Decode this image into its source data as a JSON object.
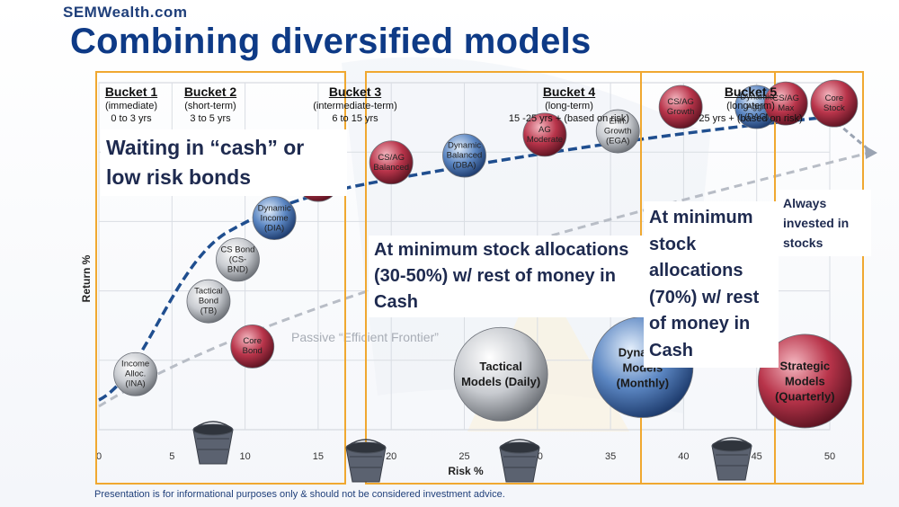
{
  "header": {
    "brand": "SEMWealth.com",
    "title": "Combining diversified models"
  },
  "footer": {
    "disclaimer": "Presentation is for informational purposes only & should not be considered investment advice."
  },
  "colors": {
    "title_blue": "#0e3a86",
    "bucket_border": "#f0a830",
    "frontier_dark": "#1f4e8f",
    "frontier_gray": "#b8bdc6",
    "bubble_red": "#b8344a",
    "bubble_gray": "#c8cbd0",
    "bubble_blue": "#5b86c2"
  },
  "buckets": [
    {
      "name": "Bucket 1",
      "term": "(immediate)",
      "range": "0 to 3 yrs"
    },
    {
      "name": "Bucket 2",
      "term": "(short-term)",
      "range": "3 to 5 yrs"
    },
    {
      "name": "Bucket 3",
      "term": "(intermediate-term)",
      "range": "6 to 15 yrs"
    },
    {
      "name": "Bucket 4",
      "term": "(long-term)",
      "range": "15 -25 yrs + (based on risk)"
    },
    {
      "name": "Bucket 5",
      "term": "(long-term)",
      "range": "25 yrs + (based on risk)"
    }
  ],
  "callouts": [
    {
      "text": "Waiting in “cash” or low risk bonds"
    },
    {
      "text": "At minimum stock allocations (30-50%) w/ rest of money in Cash"
    },
    {
      "text": "At minimum stock allocations (70%) w/ rest of money in Cash"
    },
    {
      "text": "Always invested in stocks"
    }
  ],
  "chart_data": {
    "type": "scatter",
    "xlabel": "Risk %",
    "ylabel": "Return %",
    "xlim": [
      0,
      50
    ],
    "x_ticks": [
      0,
      5,
      10,
      15,
      20,
      25,
      30,
      35,
      40,
      45,
      50
    ],
    "ylim": [
      0,
      10
    ],
    "grid": true,
    "annotation": "Passive “Efficient Frontier”",
    "points": [
      {
        "label": "Income Alloc. (INA)",
        "x": 2.5,
        "y": 1.6,
        "color": "gray",
        "size": "small"
      },
      {
        "label": "Tactical Bond (TB)",
        "x": 7.5,
        "y": 3.7,
        "color": "gray",
        "size": "small"
      },
      {
        "label": "Core Bond",
        "x": 10.5,
        "y": 2.4,
        "color": "red",
        "size": "small"
      },
      {
        "label": "CS Bond (CS-BND)",
        "x": 9.5,
        "y": 4.9,
        "color": "gray",
        "size": "small"
      },
      {
        "label": "Dynamic Income (DIA)",
        "x": 12,
        "y": 6.1,
        "color": "blue",
        "size": "small"
      },
      {
        "label": "CS Income (CS-INC)",
        "x": 15,
        "y": 7.2,
        "color": "red",
        "size": "small"
      },
      {
        "label": "CS/AG Balanced",
        "x": 20,
        "y": 7.7,
        "color": "red",
        "size": "small"
      },
      {
        "label": "Dynamic Balanced (DBA)",
        "x": 25,
        "y": 7.9,
        "color": "blue",
        "size": "small"
      },
      {
        "label": "AG Moderate",
        "x": 30.5,
        "y": 8.5,
        "color": "red",
        "size": "small"
      },
      {
        "label": "Enh. Growth (EGA)",
        "x": 35.5,
        "y": 8.6,
        "color": "gray",
        "size": "small"
      },
      {
        "label": "CS/AG Growth",
        "x": 39.8,
        "y": 9.3,
        "color": "red",
        "size": "small"
      },
      {
        "label": "Dynamic Aggr. (DAG)",
        "x": 45,
        "y": 9.3,
        "color": "blue",
        "size": "small"
      },
      {
        "label": "CS/AG Max",
        "x": 47,
        "y": 9.4,
        "color": "red",
        "size": "small"
      },
      {
        "label": "Core Stock",
        "x": 50.3,
        "y": 9.4,
        "color": "red",
        "size": "small"
      },
      {
        "label": "Tactical Models (Daily)",
        "x": 27.5,
        "y": 1.6,
        "color": "gray",
        "size": "large"
      },
      {
        "label": "Dynamic Models (Monthly)",
        "x": 37.2,
        "y": 1.8,
        "color": "blue",
        "size": "large"
      },
      {
        "label": "Strategic Models (Quarterly)",
        "x": 48.3,
        "y": 1.4,
        "color": "red",
        "size": "large"
      }
    ]
  }
}
